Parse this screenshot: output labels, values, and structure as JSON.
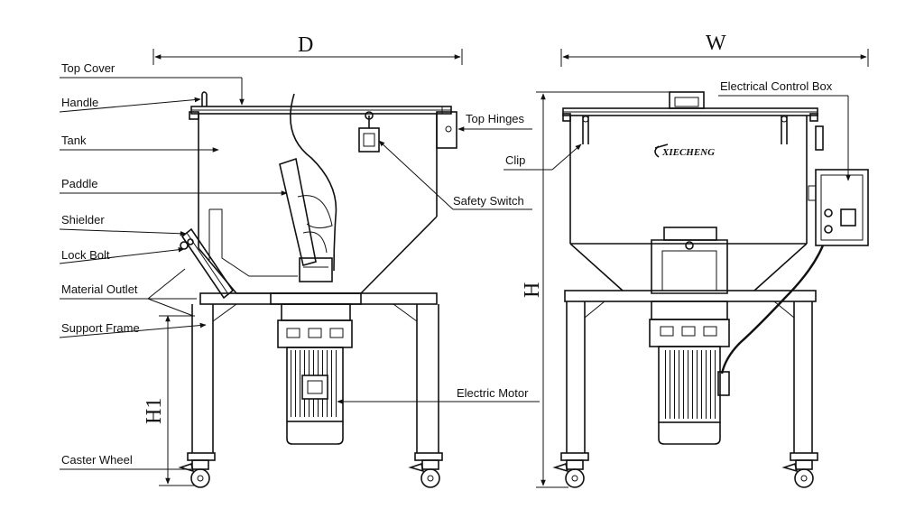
{
  "labels": {
    "top_cover": "Top Cover",
    "handle": "Handle",
    "tank": "Tank",
    "paddle": "Paddle",
    "shielder": "Shielder",
    "lock_bolt": "Lock Bolt",
    "material_outlet": "Material Outlet",
    "support_frame": "Support Frame",
    "caster_wheel": "Caster Wheel",
    "top_hinges": "Top Hinges",
    "safety_switch": "Safety Switch",
    "electric_motor": "Electric Motor",
    "electrical_control_box": "Electrical Control Box",
    "clip": "Clip"
  },
  "dimensions": {
    "depth": "D",
    "width": "W",
    "height": "H",
    "frame_height": "H1"
  },
  "logo_text": "XIECHENG"
}
